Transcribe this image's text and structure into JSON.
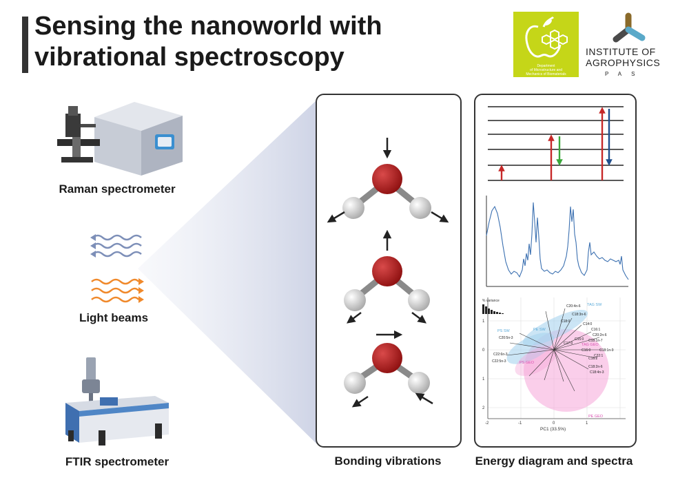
{
  "title": {
    "line1": "Sensing the nanoworld with",
    "line2": "vibrational spectroscopy"
  },
  "logos": {
    "department_line1": "Department",
    "department_line2": "of Microstructure and",
    "department_line3": "Mechanics of Biomaterials",
    "institute_line1": "INSTITUTE OF",
    "institute_line2": "AGROPHYSICS",
    "institute_line3": "PAS"
  },
  "labels": {
    "raman": "Raman spectrometer",
    "light": "Light beams",
    "ftir": "FTIR spectrometer",
    "bonding": "Bonding vibrations",
    "energy": "Energy diagram and spectra"
  },
  "pca": {
    "xlabel": "PC1 (33.5%)",
    "inset_label": "% variance",
    "x_ticks": [
      "-2",
      "-1",
      "0",
      "1"
    ],
    "y_ticks": [
      "1",
      "0",
      "1",
      "2"
    ],
    "groups": [
      "TAG SW",
      "PS SW",
      "PE SW",
      "TAG GEO",
      "PS GEO",
      "PE GEO"
    ],
    "loadings": [
      "C20:4n-6",
      "C18:3n-6",
      "C18:0",
      "C14:0",
      "C16:1",
      "C20:2n-6",
      "C15:0",
      "C18:1n-7",
      "C18:1n-9",
      "C17:0",
      "C16:0",
      "C18:2n-6",
      "C16:2",
      "C22:6n-3",
      "C22:5n-3",
      "C20:5n-3",
      "C22:1",
      "C18:4n-3"
    ]
  },
  "colors": {
    "atom_oxygen": "#a01818",
    "atom_hydrogen": "#d4d4d4",
    "arrow_red": "#c62828",
    "arrow_green": "#3aa73a",
    "arrow_blue": "#1f4e8c",
    "spectrum": "#3a6fb0",
    "ellipse_blue": "#a9d4ef",
    "ellipse_pink": "#f5a6d8",
    "logo_green": "#c5d618"
  }
}
